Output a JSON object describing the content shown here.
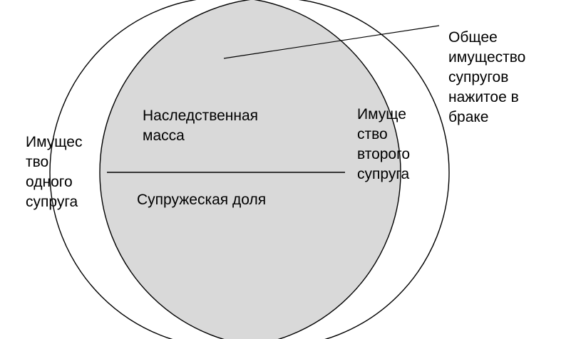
{
  "diagram": {
    "colors": {
      "background": "#ffffff",
      "intersection_fill": "#d9d9d9",
      "stroke": "#000000",
      "text": "#000000"
    },
    "left_circle_label": [
      "Имущес",
      "тво",
      "одного",
      "супруга"
    ],
    "right_circle_label": [
      "Имуще",
      "ство",
      "второго",
      "супруга"
    ],
    "intersection_upper_label": [
      "Наследственная",
      "масса"
    ],
    "intersection_lower_label": [
      "Супружеская доля"
    ],
    "callout_label": [
      "Общее",
      "имущество",
      "супругов",
      "нажитое в",
      "браке"
    ]
  }
}
